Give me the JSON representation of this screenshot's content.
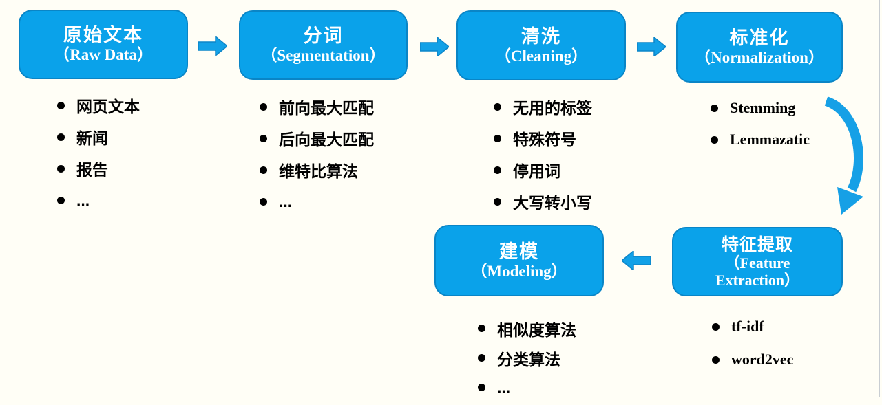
{
  "diagram": {
    "title": "text-processing-pipeline",
    "stages": [
      {
        "id": "raw-data",
        "title_zh": "原始文本",
        "title_en": "（Raw Data）",
        "items": [
          "网页文本",
          "新闻",
          "报告",
          "..."
        ]
      },
      {
        "id": "segmentation",
        "title_zh": "分词",
        "title_en": "（Segmentation）",
        "items": [
          "前向最大匹配",
          "后向最大匹配",
          "维特比算法",
          "..."
        ]
      },
      {
        "id": "cleaning",
        "title_zh": "清洗",
        "title_en": "（Cleaning）",
        "items": [
          "无用的标签",
          "特殊符号",
          "停用词",
          "大写转小写"
        ]
      },
      {
        "id": "normalization",
        "title_zh": "标准化",
        "title_en": "（Normalization）",
        "items": [
          "Stemming",
          "Lemmazatic"
        ]
      },
      {
        "id": "feature-extraction",
        "title_zh": "特征提取",
        "title_en": "（Feature Extraction）",
        "items": [
          "tf-idf",
          "word2vec"
        ]
      },
      {
        "id": "modeling",
        "title_zh": "建模",
        "title_en": "（Modeling）",
        "items": [
          "相似度算法",
          "分类算法",
          "..."
        ]
      }
    ],
    "flow": [
      "raw-data",
      "segmentation",
      "cleaning",
      "normalization",
      "feature-extraction",
      "modeling"
    ],
    "colors": {
      "box_fill": "#0aa2ea",
      "box_border": "#0a85c6",
      "arrow_fill": "#12a1e7",
      "arrow_border": "#0c85c8",
      "curve_arrow": "#16a0e6",
      "box_text": "#ffffff",
      "bullet_text": "#000000",
      "background": "#fffef6"
    }
  }
}
